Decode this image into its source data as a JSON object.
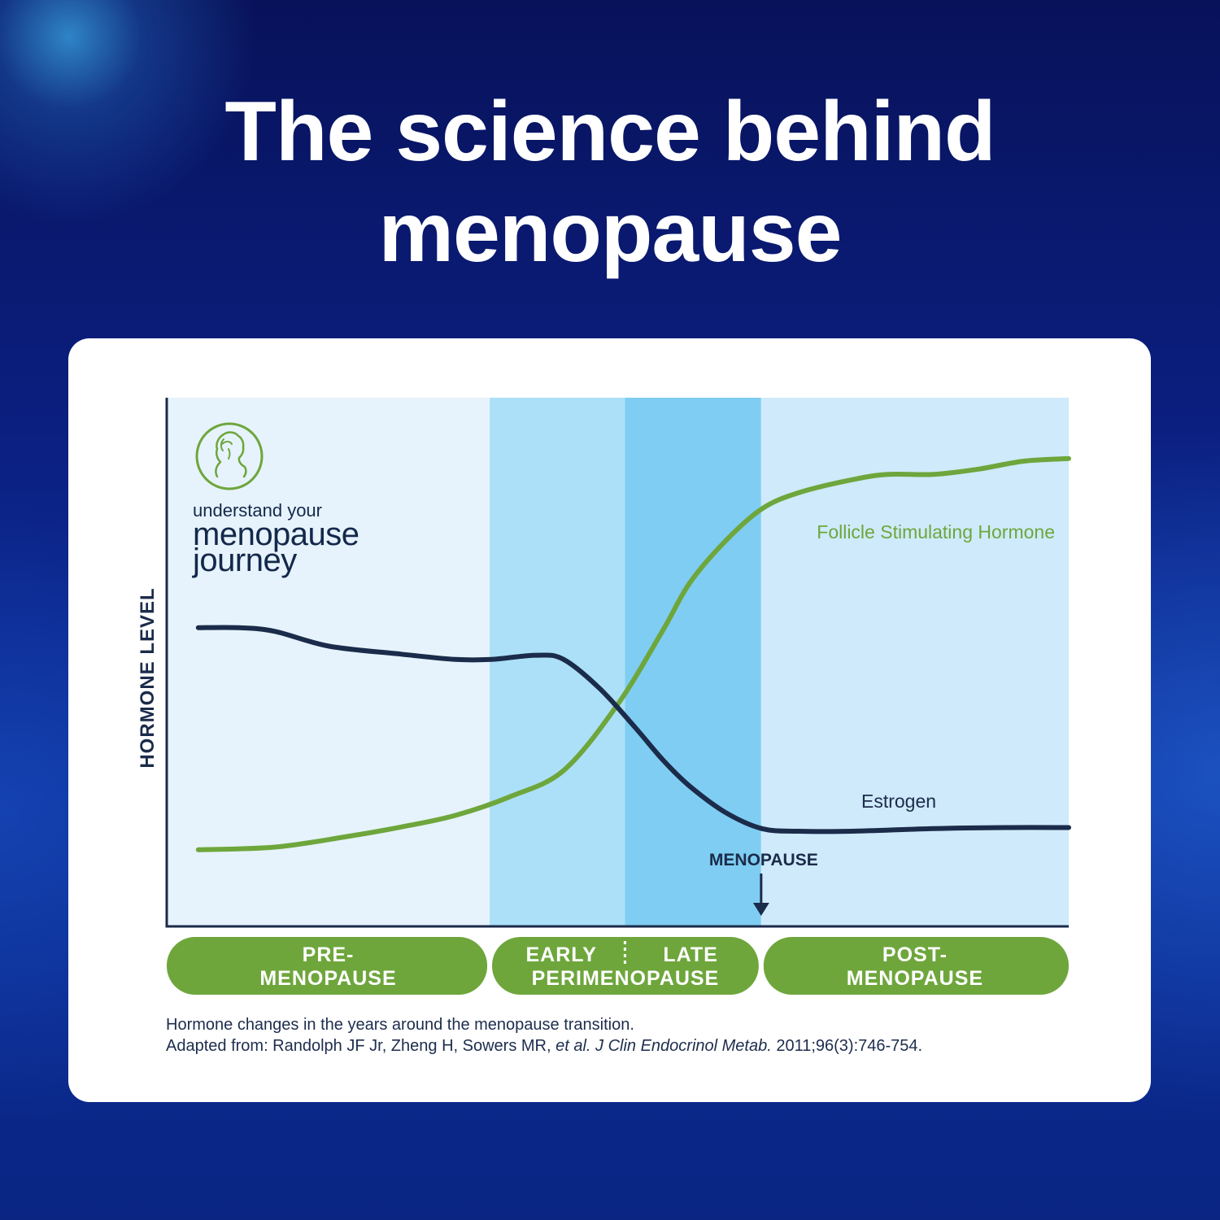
{
  "headline": {
    "line1": "The science behind",
    "line2": "menopause"
  },
  "logo": {
    "icon": "woman-profile-circle-icon",
    "line1": "understand your",
    "line2": "menopause",
    "line3": "journey"
  },
  "colors": {
    "fsh_line": "#6ea63c",
    "estrogen_line": "#1b2b4a",
    "phase_pill": "#6ea63c",
    "band_pre": "#e6f3fc",
    "band_early": "#ace0f8",
    "band_late": "#7fcdf2",
    "band_post": "#cfeafa",
    "axis": "#1b2b4a"
  },
  "chart_data": {
    "type": "line",
    "title": "",
    "xlabel": "",
    "ylabel": "HORMONE LEVEL",
    "xlim": [
      0,
      100
    ],
    "ylim": [
      0,
      100
    ],
    "grid": false,
    "legend": "inline labels",
    "series": [
      {
        "name": "Follicle Stimulating Hormone",
        "x": [
          3.5,
          12,
          20,
          26,
          32,
          38,
          44,
          50,
          55,
          58,
          62,
          66,
          70,
          76,
          80,
          85,
          90,
          95,
          100
        ],
        "values": [
          14.5,
          15,
          17,
          18.8,
          21,
          24.5,
          29.5,
          42,
          56,
          65,
          73,
          79,
          82,
          84.5,
          85.5,
          85.5,
          86.5,
          88,
          88.5
        ]
      },
      {
        "name": "Estrogen",
        "x": [
          3.5,
          8,
          12,
          18,
          26,
          32,
          36,
          41,
          44,
          48,
          52,
          55,
          58,
          62,
          66,
          70,
          76,
          85,
          93,
          100
        ],
        "values": [
          56.5,
          56.5,
          55.8,
          53,
          51.5,
          50.5,
          50.5,
          51.3,
          50.5,
          45,
          37.5,
          31.5,
          26.5,
          21.5,
          18.5,
          18,
          18,
          18.5,
          18.7,
          18.7
        ]
      }
    ],
    "phases": [
      {
        "id": "pre",
        "start": 0,
        "end": 35.8,
        "label_line1": "PRE-",
        "label_line2": "MENOPAUSE"
      },
      {
        "id": "early",
        "start": 35.8,
        "end": 50.8,
        "label": "EARLY"
      },
      {
        "id": "late",
        "start": 50.8,
        "end": 65.9,
        "label": "LATE"
      },
      {
        "id": "post",
        "start": 65.9,
        "end": 100,
        "label_line1": "POST-",
        "label_line2": "MENOPAUSE"
      }
    ],
    "perimenopause_label": "PERIMENOPAUSE",
    "series_labels": {
      "fsh": "Follicle Stimulating Hormone",
      "estrogen": "Estrogen"
    },
    "annotation": {
      "label": "MENOPAUSE",
      "x": 65.9
    }
  },
  "caption": {
    "line1": "Hormone changes in the years around the menopause transition.",
    "line2_prefix": "Adapted from: Randolph JF Jr, Zheng H, Sowers MR, ",
    "line2_italic": "et al. J Clin Endocrinol Metab.",
    "line2_suffix": " 2011;96(3):746-754."
  }
}
